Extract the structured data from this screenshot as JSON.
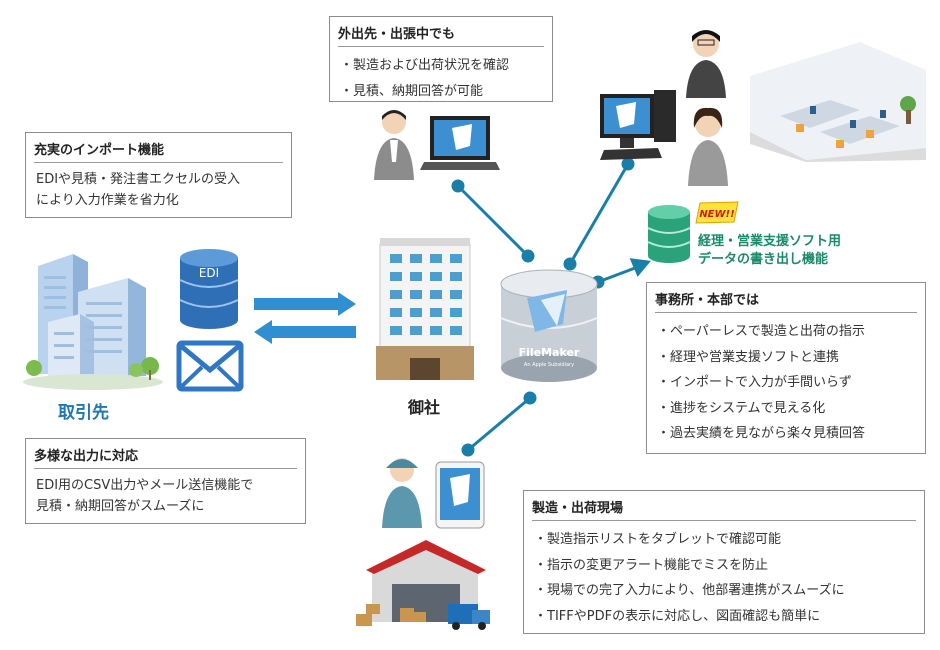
{
  "boxes": {
    "remote": {
      "title": "外出先・出張中でも",
      "items": [
        "製造および出荷状況を確認",
        "見積、納期回答が可能"
      ]
    },
    "import": {
      "title": "充実のインポート機能",
      "lines": [
        "EDIや見積・発注書エクセルの受入",
        "により入力作業を省力化"
      ]
    },
    "output": {
      "title": "多様な出力に対応",
      "lines": [
        "EDI用のCSV出力やメール送信機能で",
        "見積・納期回答がスムーズに"
      ]
    },
    "office": {
      "title": "事務所・本部では",
      "items": [
        "ペーパーレスで製造と出荷の指示",
        "経理や営業支援ソフトと連携",
        "インポートで入力が手間いらず",
        "進捗をシステムで見える化",
        "過去実績を見ながら楽々見積回答"
      ]
    },
    "factory": {
      "title": "製造・出荷現場",
      "items": [
        "製造指示リストをタブレットで確認可能",
        "指示の変更アラート機能でミスを防止",
        "現場での完了入力により、他部署連携がスムーズに",
        "TIFFやPDFの表示に対応し、図面確認も簡単に"
      ]
    }
  },
  "labels": {
    "client": "取引先",
    "company": "御社",
    "edi": "EDI",
    "new_badge": "NEW!!",
    "export_line1": "経理・営業支援ソフト用",
    "export_line2": "データの書き出し機能",
    "filemaker": "FileMaker",
    "filemaker_sub": "An Apple Subsidiary"
  },
  "colors": {
    "connector": "#1a7fa8",
    "client_label": "#1f77b4",
    "export_label": "#1a8a6a",
    "box_border": "#8c8c8c"
  }
}
